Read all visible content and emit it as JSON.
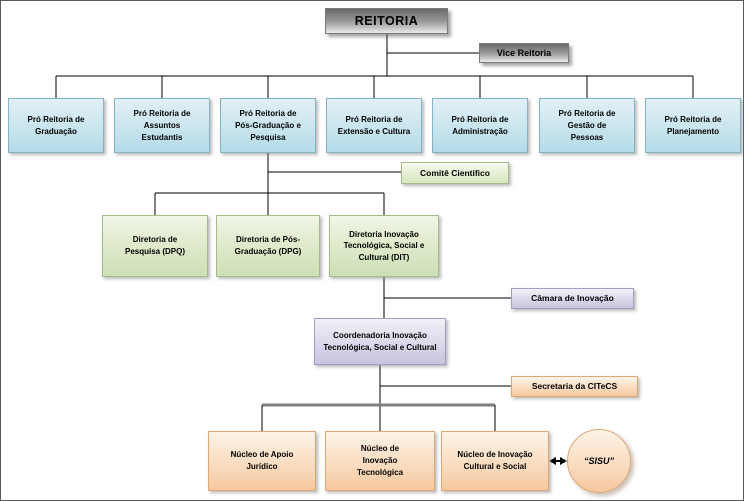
{
  "org_chart": {
    "reitoria": "REITORIA",
    "vice_reitoria": "Vice Reitoria",
    "pro_reitorias": [
      "Pró Reitoria de Graduação",
      "Pró Reitoria de Assuntos Estudantis",
      "Pró Reitoria de Pós-Graduação e Pesquisa",
      "Pró Reitoria de Extensão e Cultura",
      "Pró Reitoria de Administração",
      "Pró Reitoria de Gestão de Pessoas",
      "Pró Reitoria de Planejamento"
    ],
    "comite_cientifico": "Comitê Cientifico",
    "diretorias": [
      "Diretoria de Pesquisa (DPQ)",
      "Diretoria de Pós-Graduação (DPG)",
      "Diretoria Inovação Tecnológica, Social e Cultural (DIT)"
    ],
    "camara_inovacao": "Câmara de Inovação",
    "coordenadoria": "Coordenadoria Inovação Tecnológica, Social e Cultural",
    "secretaria": "Secretaria da CITeCS",
    "nucleos": [
      "Núcleo de Apoio Jurídico",
      "Núcleo de Inovação Tecnológica",
      "Núcleo de Inovação Cultural e Social"
    ],
    "sisu": "“SISU”"
  },
  "colors": {
    "gray_box": "#9a9a9a",
    "blue_box": "#b4dbe8",
    "green_box": "#cddfb6",
    "purple_box": "#cac3de",
    "orange_box": "#f6c89f",
    "line": "#000000",
    "thick_line": "#7f7f7f"
  }
}
